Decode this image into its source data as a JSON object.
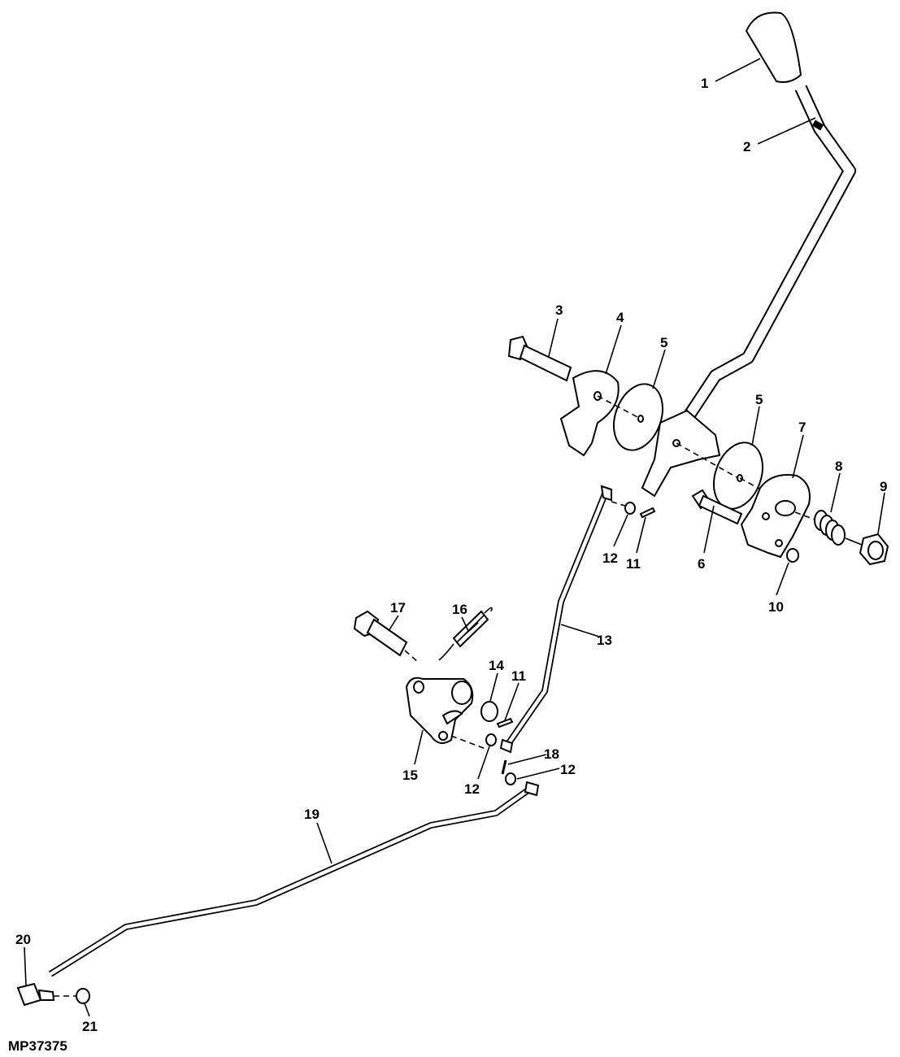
{
  "figure_id": "MP37375",
  "callouts": {
    "c1": "1",
    "c2": "2",
    "c3": "3",
    "c4": "4",
    "c5a": "5",
    "c5b": "5",
    "c6": "6",
    "c7": "7",
    "c8": "8",
    "c9": "9",
    "c10": "10",
    "c11a": "11",
    "c11b": "11",
    "c12a": "12",
    "c12b": "12",
    "c12c": "12",
    "c13": "13",
    "c14": "14",
    "c15": "15",
    "c16": "16",
    "c17": "17",
    "c18": "18",
    "c19": "19",
    "c20": "20",
    "c21": "21"
  }
}
